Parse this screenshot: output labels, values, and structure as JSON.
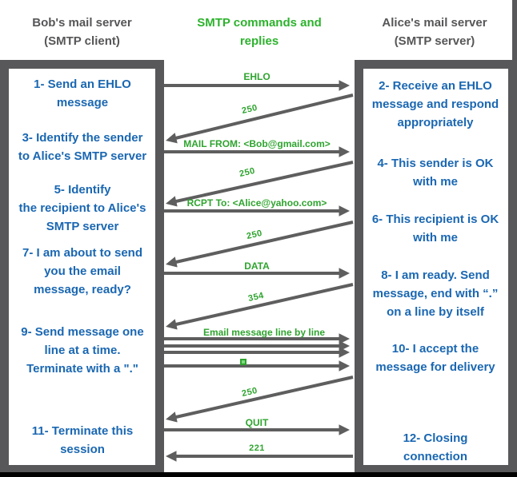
{
  "headers": {
    "left": "Bob's mail server\n(SMTP client)",
    "center": "SMTP commands and\nreplies",
    "right": "Alice's mail server\n(SMTP server)"
  },
  "client_steps": [
    {
      "text": "1- Send an EHLO\nmessage"
    },
    {
      "text": "3- Identify the sender\nto Alice's SMTP server"
    },
    {
      "text": "5- Identify\nthe recipient to Alice's\nSMTP server"
    },
    {
      "text": "7- I am about to send\nyou the email\nmessage, ready?"
    },
    {
      "text": "9- Send message one\nline at a time.\nTerminate with a \".\""
    },
    {
      "text": "11- Terminate this\nsession"
    }
  ],
  "server_steps": [
    {
      "text": "2- Receive an EHLO\nmessage and respond\nappropriately"
    },
    {
      "text": "4- This sender is OK\nwith me"
    },
    {
      "text": "6- This recipient is OK\nwith me"
    },
    {
      "text": "8-  I am ready. Send\nmessage, end with “.”\non a line by itself"
    },
    {
      "text": "10-  I accept the\nmessage for delivery"
    },
    {
      "text": "12-  Closing\nconnection"
    }
  ],
  "messages": [
    {
      "label": "EHLO",
      "direction": "client-to-server"
    },
    {
      "label": "250",
      "direction": "server-to-client"
    },
    {
      "label": "MAIL FROM: <Bob@gmail.com>",
      "direction": "client-to-server"
    },
    {
      "label": "250",
      "direction": "server-to-client"
    },
    {
      "label": "RCPT To: <Alice@yahoo.com>",
      "direction": "client-to-server"
    },
    {
      "label": "250",
      "direction": "server-to-client"
    },
    {
      "label": "DATA",
      "direction": "client-to-server"
    },
    {
      "label": "354",
      "direction": "server-to-client"
    },
    {
      "label": "Email message line by line",
      "direction": "client-to-server"
    },
    {
      "icon": "green-square-icon",
      "meaning": ".",
      "direction": "client-to-server"
    },
    {
      "label": "250",
      "direction": "server-to-client"
    },
    {
      "label": "QUIT",
      "direction": "client-to-server"
    },
    {
      "label": "221",
      "direction": "server-to-client"
    }
  ],
  "colors": {
    "blue_text": "#1a67b2",
    "green_accent": "#2fa42f",
    "box_gray": "#58585a",
    "arrow_gray": "#5e5e5e"
  }
}
